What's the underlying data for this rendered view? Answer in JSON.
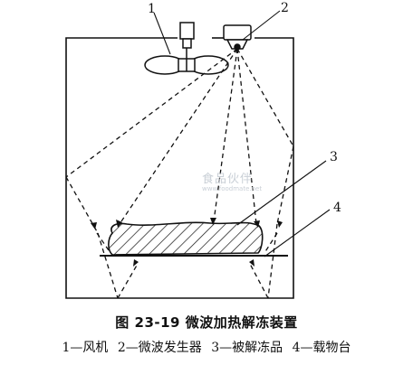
{
  "figure": {
    "title": "图 23-19    微波加热解冻装置",
    "legend": "1—风机  2—微波发生器  3—被解冻品  4—载物台",
    "labels": {
      "fan": "1",
      "generator": "2",
      "product": "3",
      "platform": "4"
    }
  },
  "watermark": {
    "line1": "食品伙伴",
    "line2": "www.foodmate.net"
  },
  "colors": {
    "ink": "#111111",
    "watermark": "#c9cfd6"
  }
}
